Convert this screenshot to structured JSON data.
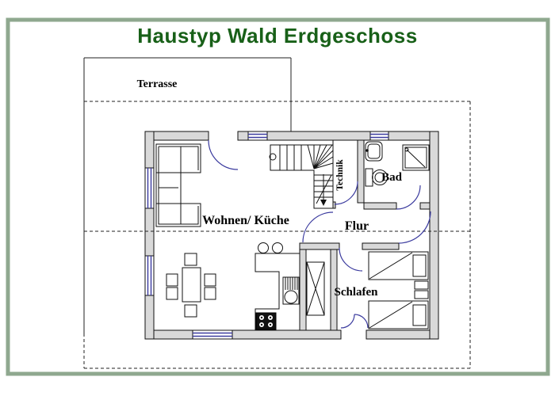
{
  "title": "Haustyp Wald Erdgeschoss",
  "colors": {
    "frame_green": "#8fa88f",
    "title_green": "#186018",
    "wall_fill": "#d9d9d9",
    "outline_black": "#111111",
    "window_blue": "#3a3a9e",
    "door_arc_blue": "#3a3a9e"
  },
  "rooms": {
    "terrasse": "Terrasse",
    "wohnen_kueche": "Wohnen/ Küche",
    "flur": "Flur",
    "bad": "Bad",
    "technik": "Technik",
    "schlafen": "Schlafen"
  }
}
